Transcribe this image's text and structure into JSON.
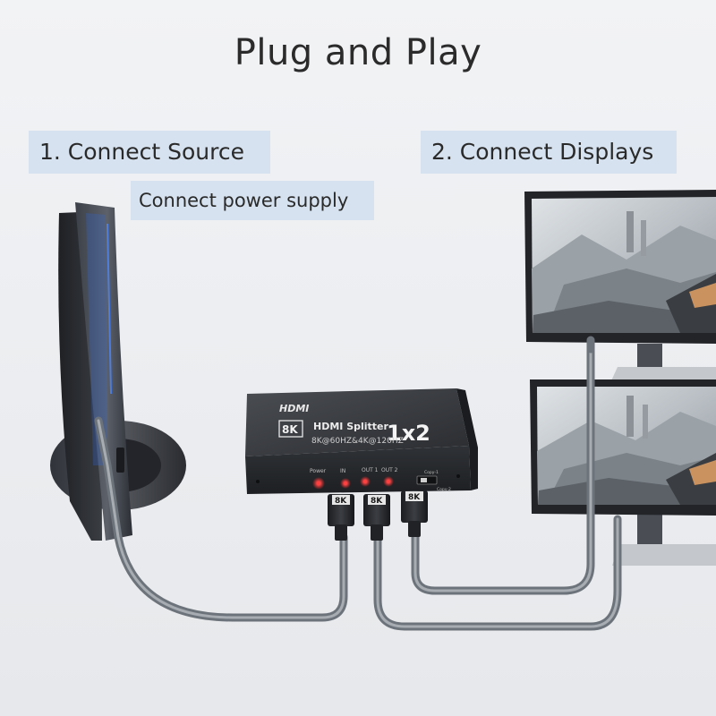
{
  "headline": "Plug and Play",
  "steps": {
    "source": "1. Connect Source",
    "power": "Connect power supply",
    "displays": "2. Connect Displays"
  },
  "device": {
    "brand": "HDMI",
    "badge": "8K",
    "name": "HDMI Splitter",
    "ratio": "1x2",
    "spec": "8K@60HZ&4K@120HZ",
    "ports": {
      "power": "Power",
      "input": "IN",
      "out1": "OUT 1",
      "out2": "OUT 2"
    },
    "switch_top": "Copy-1",
    "switch_bottom": "Copy-2"
  },
  "cable_labels": [
    "8K",
    "8K",
    "8K"
  ],
  "colors": {
    "tag_background": "#d6e2ef",
    "splitter_body": "#34373b",
    "power_led": "#ff2a2a",
    "cable": "#8e949b"
  }
}
